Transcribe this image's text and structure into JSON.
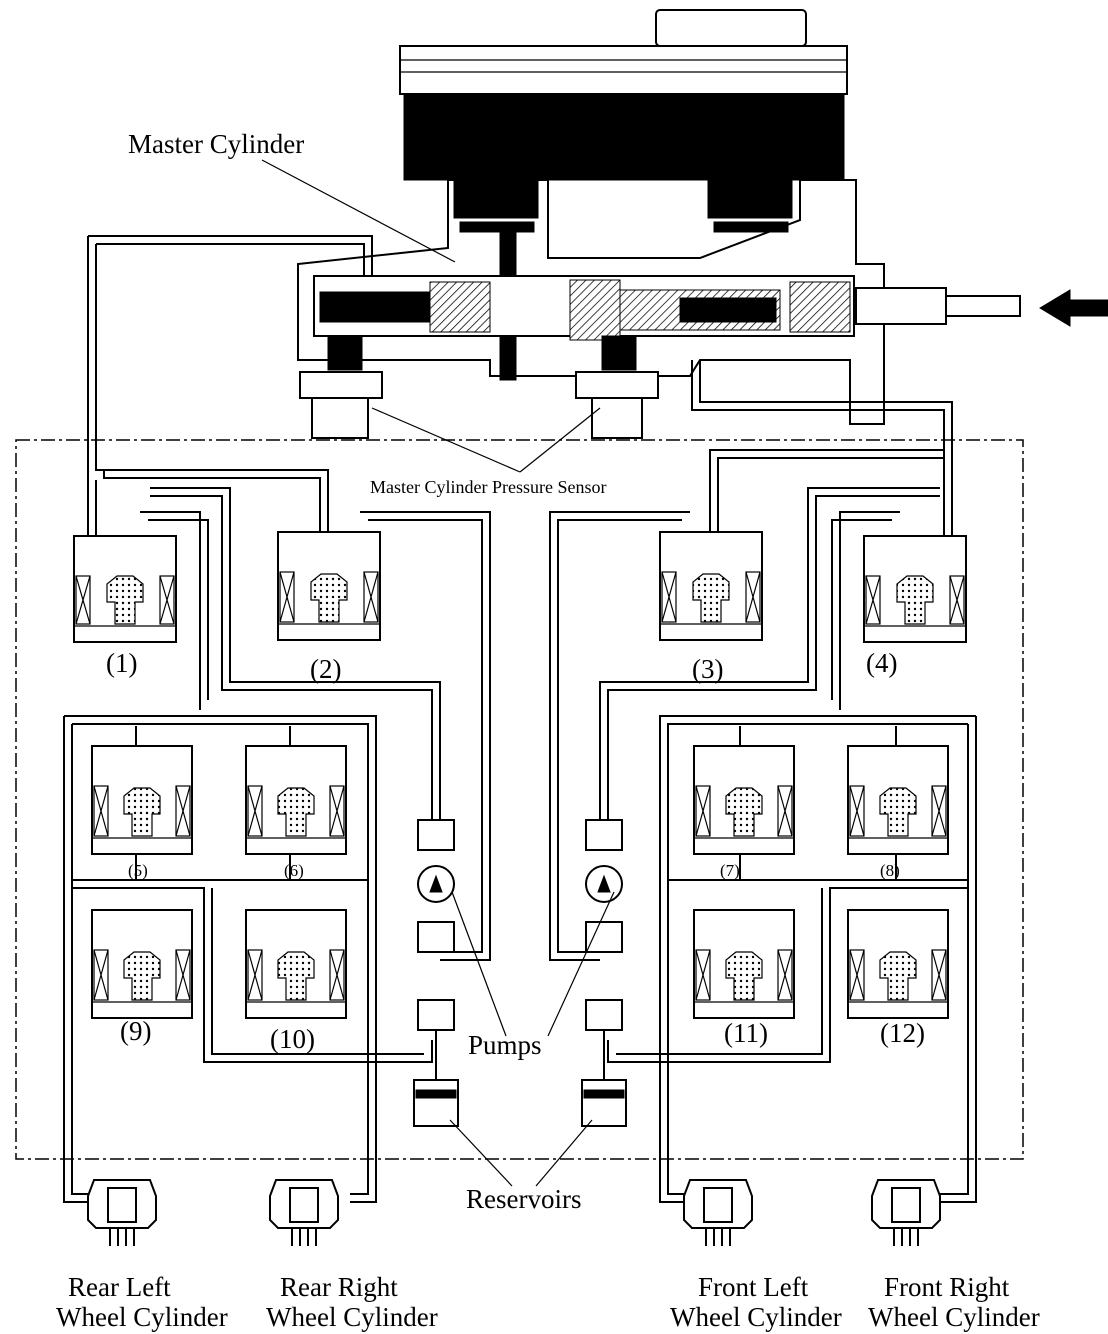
{
  "labels": {
    "master_cylinder": "Master Cylinder",
    "pressure_sensor": "Master Cylinder Pressure Sensor",
    "pumps": "Pumps",
    "reservoirs": "Reservoirs",
    "valve_numbers": [
      "(1)",
      "(2)",
      "(3)",
      "(4)",
      "(5)",
      "(6)",
      "(7)",
      "(8)",
      "(9)",
      "(10)",
      "(11)",
      "(12)"
    ],
    "wheels": [
      {
        "line1": "Rear Left",
        "line2": "Wheel Cylinder"
      },
      {
        "line1": "Rear Right",
        "line2": "Wheel Cylinder"
      },
      {
        "line1": "Front Left",
        "line2": "Wheel Cylinder"
      },
      {
        "line1": "Front Right",
        "line2": "Wheel Cylinder"
      }
    ]
  }
}
